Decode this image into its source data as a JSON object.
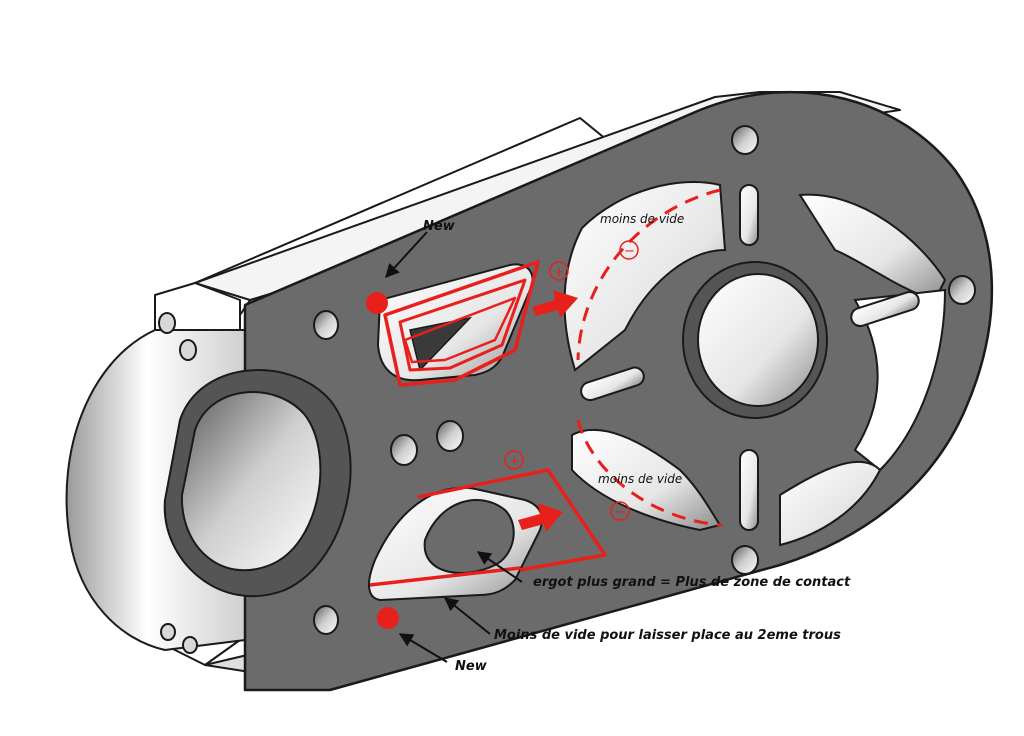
{
  "annotations": {
    "new_top": "New",
    "new_bottom": "New",
    "moins_de_vide_top": "moins de vide",
    "moins_de_vide_bottom": "moins de vide",
    "plus_top": "+",
    "plus_bottom": "+",
    "minus_top": "−",
    "minus_bottom": "−",
    "ergot": "ergot plus grand = Plus de zone de contact",
    "moins_vide_trous": "Moins de vide pour laisser place au 2eme trous"
  },
  "colors": {
    "plate": "#6b6b6b",
    "plate_dark": "#4e4e4e",
    "edge": "#f2f2f2",
    "highlight": "#e8201c",
    "outline": "#1a1a1a"
  }
}
